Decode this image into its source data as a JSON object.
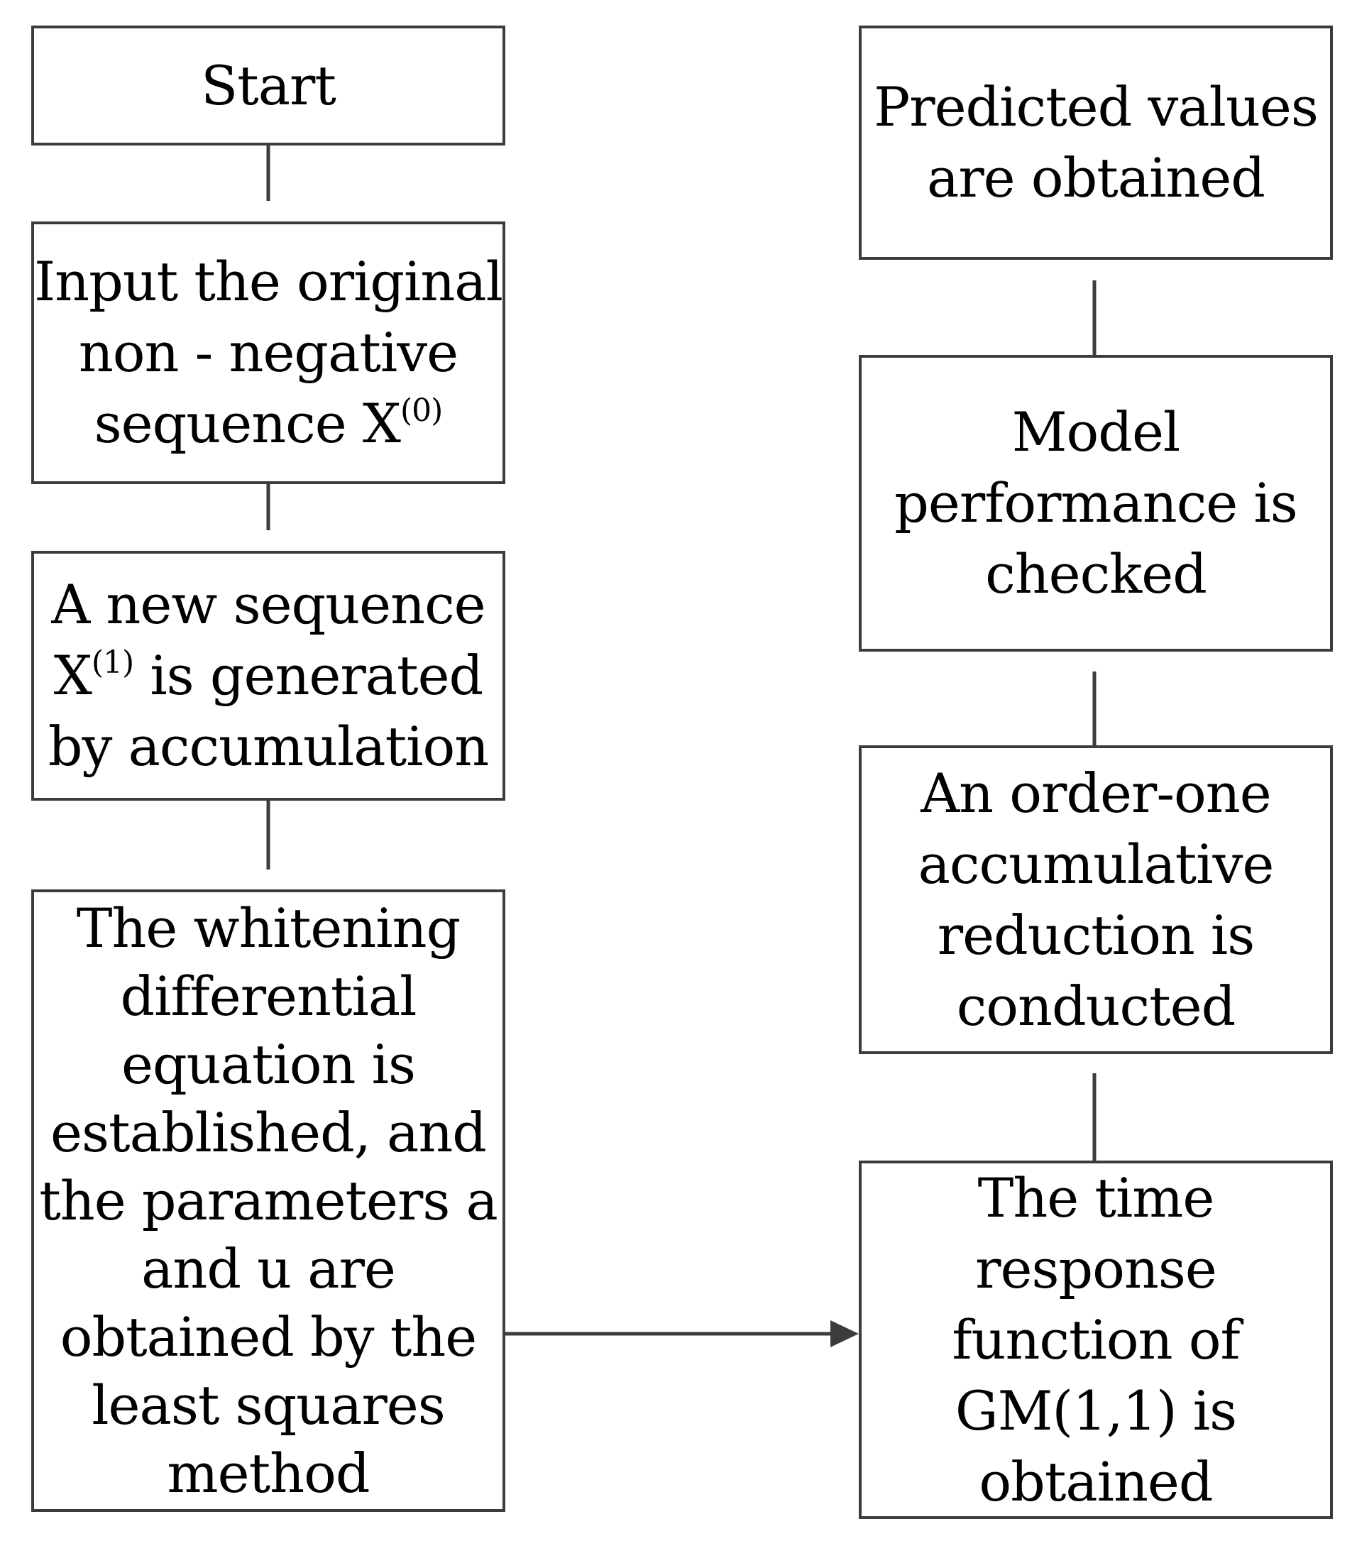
{
  "steps": {
    "start": {
      "lines": [
        "Start"
      ]
    },
    "input": {
      "lines": [
        "Input the original",
        "non - negative"
      ],
      "seq_prefix": "sequence X",
      "seq_sup": "(0)"
    },
    "accum": {
      "line1": "A new sequence",
      "seq_prefix": "X",
      "seq_sup": "(1)",
      "seq_suffix": " is generated",
      "line3": "by accumulation"
    },
    "whitening": {
      "lines": [
        "The whitening",
        "differential",
        "equation is",
        "established, and",
        "the parameters a",
        "and u are",
        "obtained by the",
        "least squares",
        "method"
      ]
    },
    "time_response": {
      "lines": [
        "The time",
        "response",
        "function of",
        "GM(1,1) is",
        "obtained"
      ]
    },
    "reduction": {
      "lines": [
        "An order-one",
        "accumulative",
        "reduction is",
        "conducted"
      ]
    },
    "check": {
      "lines": [
        "Model",
        "performance is",
        "checked"
      ]
    },
    "predicted": {
      "lines": [
        "Predicted values",
        "are obtained"
      ]
    }
  },
  "colors": {
    "stroke": "#3c3c3c",
    "text": "#000000",
    "background": "#ffffff"
  }
}
